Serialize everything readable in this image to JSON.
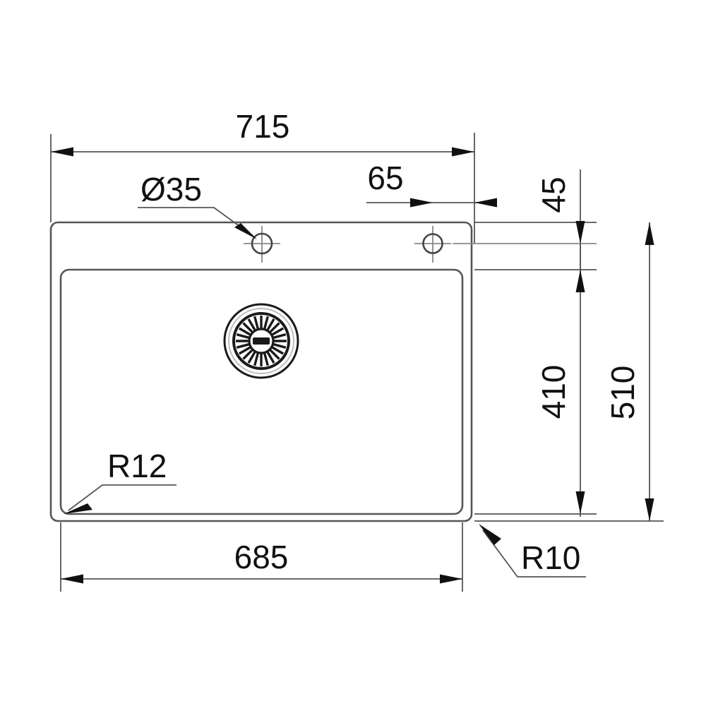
{
  "drawing": {
    "title": "Kitchen sink technical dimension drawing",
    "units": "mm",
    "line_color": "#555555",
    "heavy_line_color": "#444444",
    "text_color": "#111111",
    "background": "#ffffff"
  },
  "dimensions": {
    "overall_width": "715",
    "bowl_width": "685",
    "overall_depth": "510",
    "bowl_depth": "410",
    "tap_hole_diameter": "Ø35",
    "hole_offset_from_right": "65",
    "top_ledge": "45",
    "bowl_corner_radius": "R12",
    "outer_corner_radius": "R10"
  },
  "labels": [
    {
      "id": "width-715",
      "text": "715",
      "meaning": "overall sink width"
    },
    {
      "id": "diameter-35",
      "text": "Ø35",
      "meaning": "tap hole diameter"
    },
    {
      "id": "offset-65",
      "text": "65",
      "meaning": "right hole to right edge"
    },
    {
      "id": "ledge-45",
      "text": "45",
      "meaning": "top ledge depth",
      "rotated": true
    },
    {
      "id": "bowl-depth-410",
      "text": "410",
      "meaning": "bowl depth",
      "rotated": true
    },
    {
      "id": "overall-depth-510",
      "text": "510",
      "meaning": "overall depth",
      "rotated": true
    },
    {
      "id": "radius-12",
      "text": "R12",
      "meaning": "bowl corner radius"
    },
    {
      "id": "bowl-width-685",
      "text": "685",
      "meaning": "bowl width"
    },
    {
      "id": "radius-10",
      "text": "R10",
      "meaning": "outer corner radius"
    }
  ],
  "features": {
    "outer_outline": "rounded rectangle - sink top / flange",
    "inner_outline": "rounded rectangle - bowl opening",
    "left_tap_hole": "circle with centre cross marks",
    "right_tap_hole": "circle with centre cross marks",
    "drain": "circular basket strainer waste with radial slots"
  }
}
